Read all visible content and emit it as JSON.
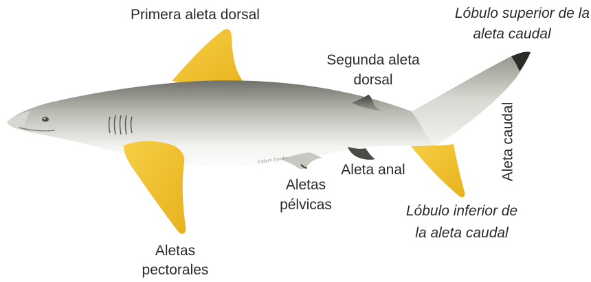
{
  "colors": {
    "highlight_fin": "#f2c12e",
    "body_light": "#e8e9e4",
    "body_dark": "#8b8c83",
    "belly": "#f7f7f4",
    "label_text": "#2a2a2a"
  },
  "labels": {
    "first_dorsal": "Primera aleta dorsal",
    "upper_lobe_line1": "Lóbulo superior de la",
    "upper_lobe_line2": "aleta caudal",
    "second_dorsal_line1": "Segunda aleta",
    "second_dorsal_line2": "dorsal",
    "caudal_fin": "Aleta caudal",
    "anal_fin": "Aleta anal",
    "pelvic_line1": "Aletas",
    "pelvic_line2": "pélvicas",
    "lower_lobe_line1": "Lóbulo inferior de",
    "lower_lobe_line2": "la aleta caudal",
    "pectoral_line1": "Aletas",
    "pectoral_line2": "pectorales"
  },
  "credit": "©Marc Dando",
  "icons": {
    "shark": "shark-illustration"
  }
}
